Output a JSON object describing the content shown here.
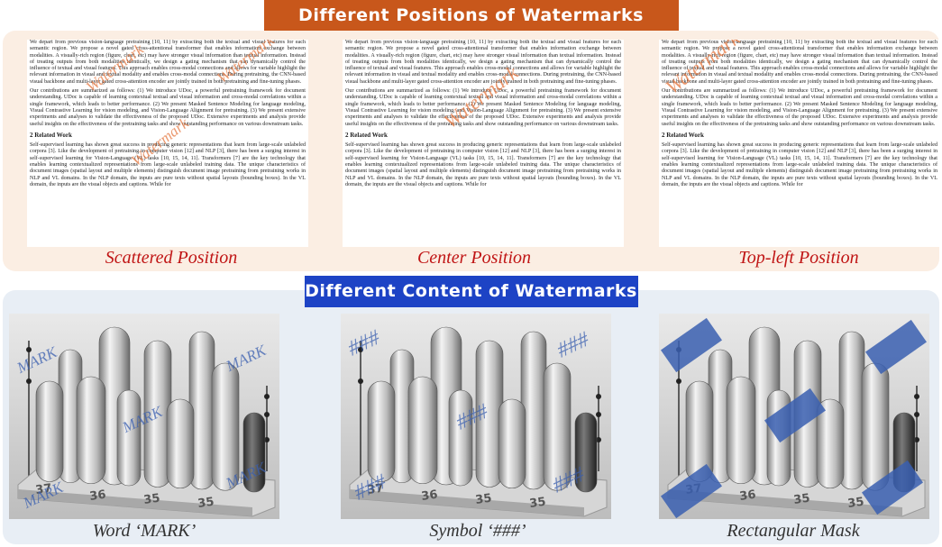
{
  "banners": {
    "positions": "Different Positions of Watermarks",
    "content": "Different Content of Watermarks"
  },
  "document": {
    "para1": "We depart from previous vision-language pretraining [10, 11] by extracting both the textual and visual features for each semantic region. We propose a novel gated cross-attentional transformer that enables information exchange between modalities. A visually-rich region (figure, chart, etc) may have stronger visual information than textual information. Instead of treating outputs from both modalities identically, we design a gating mechanism that can dynamically control the influence of textual and visual features. This approach enables cross-modal connections and allows for variable highlight the relevant information in visual and textual modality and enables cross-modal connections. During pretraining, the CNN-based visual backbone and multi-layer gated cross-attention encoder are jointly trained in both pretraining and fine-tuning phases.",
    "para2": "Our contributions are summarized as follows: (1) We introduce UDoc, a powerful pretraining framework for document understanding. UDoc is capable of learning contextual textual and visual information and cross-modal correlations within a single framework, which leads to better performance. (2) We present Masked Sentence Modeling for language modeling, Visual Contrastive Learning for vision modeling, and Vision-Language Alignment for pretraining. (3) We present extensive experiments and analyses to validate the effectiveness of the proposed UDoc. Extensive experiments and analysis provide useful insights on the effectiveness of the pretraining tasks and show outstanding performance on various downstream tasks.",
    "section_title": "2   Related Work",
    "para3": "Self-supervised learning has shown great success in producing generic representations that learn from large-scale unlabeled corpora [3]. Like the development of pretraining in computer vision [12] and NLP [3], there has been a surging interest in self-supervised learning for Vision-Language (VL) tasks [10, 15, 14, 11]. Transformers [7] are the key technology that enables learning contextualized representations from large-scale unlabeled training data. The unique characteristics of document images (spatial layout and multiple elements) distinguish document image pretraining from pretraining works in NLP and VL domains. In the NLP domain, the inputs are pure texts without spatial layouts (bounding boxes). In the VL domain, the inputs are the visual objects and captions. While for"
  },
  "watermark_text": "Watermark",
  "captions": {
    "scattered": "Scattered Position",
    "center": "Center Position",
    "topleft": "Top-left Position",
    "word": "Word ‘MARK’",
    "symbol": "Symbol ‘###’",
    "rect": "Rectangular Mask"
  },
  "image_watermarks": {
    "word": "MARK",
    "symbol": "###"
  },
  "bar_labels": [
    "37",
    "36",
    "35",
    "35"
  ],
  "colors": {
    "banner_top": "#c8571b",
    "banner_bottom": "#1d43c5",
    "panel_top": "#fbeee3",
    "panel_bottom": "#e8eef5",
    "watermark_orange": "#e5763e",
    "watermark_blue": "#3a5fb0",
    "caption_red": "#c01515"
  }
}
